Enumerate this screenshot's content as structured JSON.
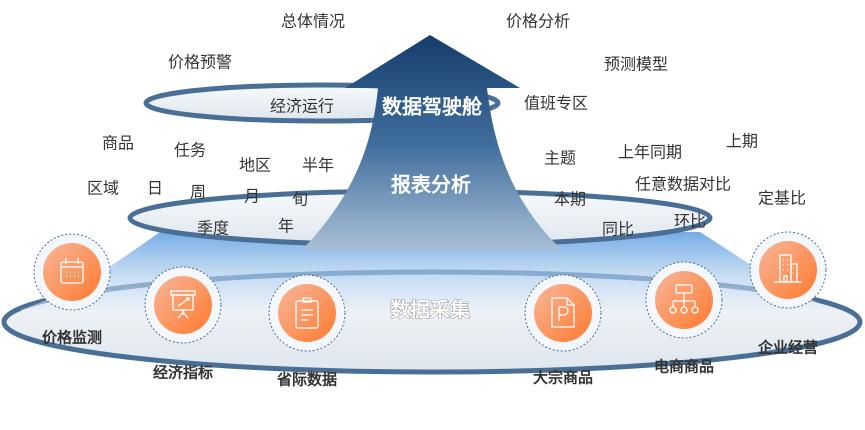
{
  "colors": {
    "arrow": "#1f4d80",
    "ring": "#4a6f96",
    "glow": "#5b9de0",
    "orange": "#ff7f3a"
  },
  "top": {
    "title": "数据驾驶舱",
    "labels": [
      "总体情况",
      "价格分析",
      "价格预警",
      "预测模型",
      "经济运行",
      "值班专区"
    ]
  },
  "middle": {
    "title": "报表分析",
    "labels": [
      "商品",
      "任务",
      "地区",
      "半年",
      "区域",
      "日",
      "周",
      "月",
      "旬",
      "季度",
      "年",
      "主题",
      "上年同期",
      "上期",
      "本期",
      "任意数据对比",
      "定基比",
      "同比",
      "环比"
    ]
  },
  "bottom": {
    "title": "数据采集",
    "sources": [
      {
        "label": "价格监测",
        "icon": "calendar-icon"
      },
      {
        "label": "经济指标",
        "icon": "presentation-icon"
      },
      {
        "label": "省际数据",
        "icon": "clipboard-icon"
      },
      {
        "label": "大宗商品",
        "icon": "document-p-icon"
      },
      {
        "label": "电商商品",
        "icon": "hierarchy-icon"
      },
      {
        "label": "企业经营",
        "icon": "building-icon"
      }
    ]
  }
}
